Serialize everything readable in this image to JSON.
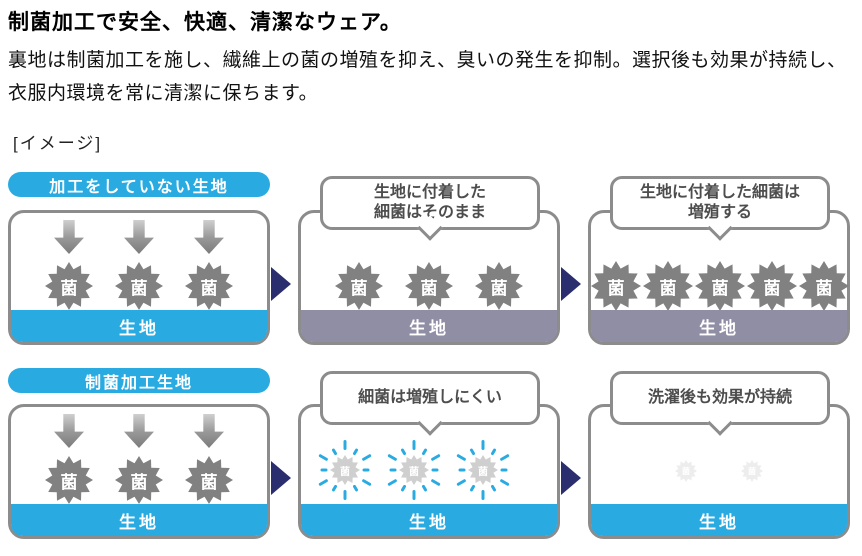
{
  "header": {
    "title": "制菌加工で安全、快適、清潔なウェア。",
    "description": "裏地は制菌加工を施し、繊維上の菌の増殖を抑え、臭いの発生を抑制。選択後も効果が持続し、衣服内環境を常に清潔に保ちます。",
    "image_label": "[イメージ]"
  },
  "icons": {
    "germ_glyph": "菌",
    "germ_icon_name": "starburst-germ",
    "flow_arrow_name": "right-triangle-arrow",
    "down_arrow_name": "gradient-down-arrow"
  },
  "colors": {
    "accent_blue": "#29ABE2",
    "flow_arrow_navy": "#2A2E6E",
    "fabric_gray_purple": "#908EA5",
    "germ_gray": "#818181",
    "border_gray": "#8C8C8C",
    "bubble_text": "#4D4D4D"
  },
  "rows": [
    {
      "pill_label": "加工をしていない生地",
      "panels": [
        {
          "fabric_label": "生地",
          "germ_count": 3,
          "has_down_arrows": true
        },
        {
          "bubble_text": "生地に付着した\n細菌はそのまま",
          "fabric_label": "生地",
          "germ_count": 3
        },
        {
          "bubble_text": "生地に付着した細菌は\n増殖する",
          "fabric_label": "生地",
          "germ_count": 5
        }
      ]
    },
    {
      "pill_label": "制菌加工生地",
      "panels": [
        {
          "fabric_label": "生地",
          "germ_count": 3,
          "has_down_arrows": true
        },
        {
          "bubble_text": "細菌は増殖しにくい",
          "fabric_label": "生地",
          "germ_count": 3
        },
        {
          "bubble_text": "洗濯後も効果が持続",
          "fabric_label": "生地",
          "germ_count": 2
        }
      ]
    }
  ]
}
